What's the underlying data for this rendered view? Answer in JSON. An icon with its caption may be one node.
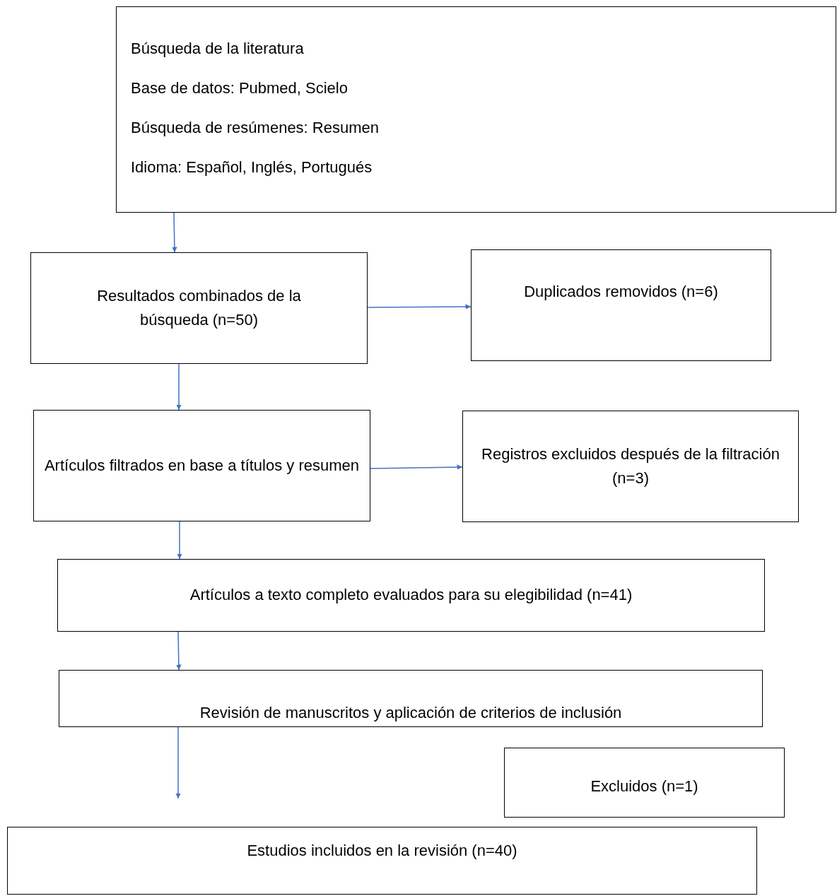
{
  "diagram": {
    "nodes": [
      {
        "text": [
          "Búsqueda de la literatura",
          "Base de datos: Pubmed, Scielo",
          "Búsqueda de resúmenes: Resumen",
          "Idioma: Español, Inglés, Portugués"
        ]
      },
      {
        "text": [
          "Resultados combinados de la búsqueda (n=50)"
        ]
      },
      {
        "text": [
          "Duplicados removidos (n=6)"
        ]
      },
      {
        "text": [
          "Artículos filtrados en base a títulos y resumen"
        ]
      },
      {
        "text": [
          "Registros excluidos después de la filtración (n=3)"
        ]
      },
      {
        "text": [
          "Artículos a texto completo evaluados para su elegibilidad (n=41)"
        ]
      },
      {
        "text": [
          "Revisión de manuscritos y aplicación de criterios de inclusión"
        ]
      },
      {
        "text": [
          "Excluidos (n=1)"
        ]
      },
      {
        "text": [
          "Estudios incluidos en la revisión (n=40)"
        ]
      }
    ],
    "edges": [
      {
        "from": 0,
        "to": 1,
        "arrow": "to"
      },
      {
        "from": 1,
        "to": 2,
        "arrow": "to"
      },
      {
        "from": 1,
        "to": 3,
        "arrow": "to"
      },
      {
        "from": 3,
        "to": 4,
        "arrow": "to"
      },
      {
        "from": 3,
        "to": 5,
        "arrow": "to"
      },
      {
        "from": 5,
        "to": 6,
        "arrow": "to"
      },
      {
        "from": 6,
        "to": null,
        "arrow": "to"
      }
    ]
  }
}
